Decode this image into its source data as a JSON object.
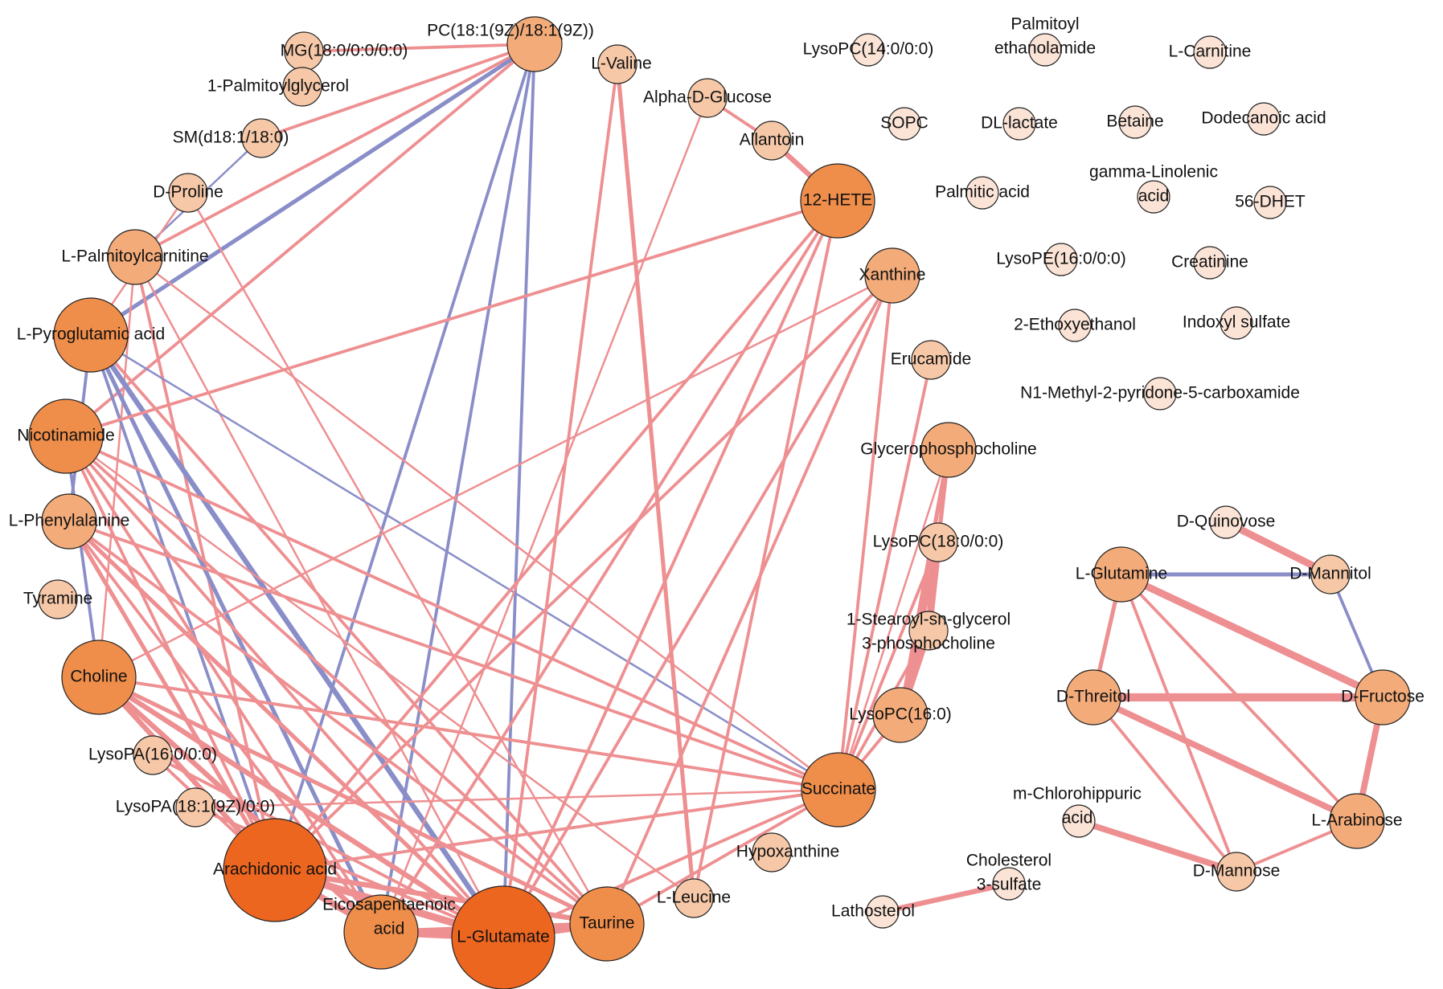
{
  "colors": {
    "positive_edge": "#ee8f91",
    "negative_edge": "#8a8ec8",
    "node_size_1": "#fbe3d6",
    "node_size_2": "#f6c8a8",
    "node_size_3": "#f3ab7a",
    "node_size_4": "#ef8d4a",
    "node_size_5": "#ec6620"
  },
  "nodes": [
    {
      "id": "pc_18_1",
      "label": [
        "PC(18:1(9Z)/18:1(9Z))"
      ],
      "size": 3
    },
    {
      "id": "mg_18_0",
      "label": [
        "MG(18:0/0:0/0:0)"
      ],
      "size": 2
    },
    {
      "id": "palmitoylglycerol",
      "label": [
        "1-Palmitoylglycerol"
      ],
      "size": 2
    },
    {
      "id": "sm_d18",
      "label": [
        "SM(d18:1/18:0)"
      ],
      "size": 2
    },
    {
      "id": "d_proline",
      "label": [
        "D-Proline"
      ],
      "size": 2
    },
    {
      "id": "l_palmitoylcarnitine",
      "label": [
        "L-Palmitoylcarnitine"
      ],
      "size": 3
    },
    {
      "id": "l_pyroglutamic",
      "label": [
        "L-Pyroglutamic acid"
      ],
      "size": 4
    },
    {
      "id": "nicotinamide",
      "label": [
        "Nicotinamide"
      ],
      "size": 4
    },
    {
      "id": "l_phenylalanine",
      "label": [
        "L-Phenylalanine"
      ],
      "size": 3
    },
    {
      "id": "tyramine",
      "label": [
        "Tyramine"
      ],
      "size": 2
    },
    {
      "id": "choline",
      "label": [
        "Choline"
      ],
      "size": 4
    },
    {
      "id": "lysopa_16",
      "label": [
        "LysoPA(16:0/0:0)"
      ],
      "size": 2
    },
    {
      "id": "lysopa_18",
      "label": [
        "LysoPA(18:1(9Z)/0:0)"
      ],
      "size": 2
    },
    {
      "id": "arachidonic",
      "label": [
        "Arachidonic acid"
      ],
      "size": 5
    },
    {
      "id": "epa",
      "label": [
        "Eicosapentaenoic",
        "acid"
      ],
      "size": 4
    },
    {
      "id": "l_glutamate",
      "label": [
        "L-Glutamate"
      ],
      "size": 5
    },
    {
      "id": "taurine",
      "label": [
        "Taurine"
      ],
      "size": 4
    },
    {
      "id": "l_leucine",
      "label": [
        "L-Leucine"
      ],
      "size": 2
    },
    {
      "id": "hypoxanthine",
      "label": [
        "Hypoxanthine"
      ],
      "size": 2
    },
    {
      "id": "succinate",
      "label": [
        "Succinate"
      ],
      "size": 4
    },
    {
      "id": "lysopc_16",
      "label": [
        "LysoPC(16:0)"
      ],
      "size": 3
    },
    {
      "id": "stearoyl_gpc",
      "label": [
        "1-Stearoyl-sn-glycerol",
        "3-phosphocholine"
      ],
      "size": 2
    },
    {
      "id": "lysopc_18",
      "label": [
        "LysoPC(18:0/0:0)"
      ],
      "size": 2
    },
    {
      "id": "gpc",
      "label": [
        "Glycerophosphocholine"
      ],
      "size": 3
    },
    {
      "id": "erucamide",
      "label": [
        "Erucamide"
      ],
      "size": 2
    },
    {
      "id": "xanthine",
      "label": [
        "Xanthine"
      ],
      "size": 3
    },
    {
      "id": "hete12",
      "label": [
        "12-HETE"
      ],
      "size": 4
    },
    {
      "id": "allantoin",
      "label": [
        "Allantoin"
      ],
      "size": 2
    },
    {
      "id": "alpha_glucose",
      "label": [
        "Alpha-D-Glucose"
      ],
      "size": 2
    },
    {
      "id": "l_valine",
      "label": [
        "L-Valine"
      ],
      "size": 2
    },
    {
      "id": "lysopc_14",
      "label": [
        "LysoPC(14:0/0:0)"
      ],
      "size": 1
    },
    {
      "id": "palmitoyl_ea",
      "label": [
        "Palmitoyl",
        "ethanolamide"
      ],
      "size": 1
    },
    {
      "id": "l_carnitine",
      "label": [
        "L-Carnitine"
      ],
      "size": 1
    },
    {
      "id": "sopc",
      "label": [
        "SOPC"
      ],
      "size": 1
    },
    {
      "id": "dl_lactate",
      "label": [
        "DL-lactate"
      ],
      "size": 1
    },
    {
      "id": "betaine",
      "label": [
        "Betaine"
      ],
      "size": 1
    },
    {
      "id": "dodecanoic",
      "label": [
        "Dodecanoic acid"
      ],
      "size": 1
    },
    {
      "id": "palmitic",
      "label": [
        "Palmitic acid"
      ],
      "size": 1
    },
    {
      "id": "gla",
      "label": [
        "gamma-Linolenic",
        "acid"
      ],
      "size": 1
    },
    {
      "id": "dhet56",
      "label": [
        "56-DHET"
      ],
      "size": 1
    },
    {
      "id": "lysope_16",
      "label": [
        "LysoPE(16:0/0:0)"
      ],
      "size": 1
    },
    {
      "id": "creatinine",
      "label": [
        "Creatinine"
      ],
      "size": 1
    },
    {
      "id": "ethoxyethanol",
      "label": [
        "2-Ethoxyethanol"
      ],
      "size": 1
    },
    {
      "id": "indoxyl",
      "label": [
        "Indoxyl sulfate"
      ],
      "size": 1
    },
    {
      "id": "n1_methyl",
      "label": [
        "N1-Methyl-2-pyridone-5-carboxamide"
      ],
      "size": 1
    },
    {
      "id": "d_quinovose",
      "label": [
        "D-Quinovose"
      ],
      "size": 1
    },
    {
      "id": "l_glutamine",
      "label": [
        "L-Glutamine"
      ],
      "size": 3
    },
    {
      "id": "d_mannitol",
      "label": [
        "D-Mannitol"
      ],
      "size": 2
    },
    {
      "id": "d_threitol",
      "label": [
        "D-Threitol"
      ],
      "size": 3
    },
    {
      "id": "d_fructose",
      "label": [
        "D-Fructose"
      ],
      "size": 3
    },
    {
      "id": "l_arabinose",
      "label": [
        "L-Arabinose"
      ],
      "size": 3
    },
    {
      "id": "d_mannose",
      "label": [
        "D-Mannose"
      ],
      "size": 2
    },
    {
      "id": "m_chlorohippuric",
      "label": [
        "m-Chlorohippuric",
        "acid"
      ],
      "size": 1
    },
    {
      "id": "cholesterol_sulfate",
      "label": [
        "Cholesterol",
        "3-sulfate"
      ],
      "size": 1
    },
    {
      "id": "lathosterol",
      "label": [
        "Lathosterol"
      ],
      "size": 1
    }
  ],
  "edges": [
    {
      "source": "pc_18_1",
      "target": "mg_18_0",
      "sign": "positive",
      "weight": 2
    },
    {
      "source": "pc_18_1",
      "target": "sm_d18",
      "sign": "positive",
      "weight": 2
    },
    {
      "source": "pc_18_1",
      "target": "l_palmitoylcarnitine",
      "sign": "positive",
      "weight": 2
    },
    {
      "source": "pc_18_1",
      "target": "nicotinamide",
      "sign": "positive",
      "weight": 2
    },
    {
      "source": "pc_18_1",
      "target": "l_pyroglutamic",
      "sign": "negative",
      "weight": 3
    },
    {
      "source": "pc_18_1",
      "target": "arachidonic",
      "sign": "negative",
      "weight": 2
    },
    {
      "source": "pc_18_1",
      "target": "l_glutamate",
      "sign": "negative",
      "weight": 2
    },
    {
      "source": "pc_18_1",
      "target": "epa",
      "sign": "negative",
      "weight": 2
    },
    {
      "source": "mg_18_0",
      "target": "palmitoylglycerol",
      "sign": "positive",
      "weight": 2
    },
    {
      "source": "sm_d18",
      "target": "l_palmitoylcarnitine",
      "sign": "negative",
      "weight": 1
    },
    {
      "source": "d_proline",
      "target": "l_pyroglutamic",
      "sign": "positive",
      "weight": 1
    },
    {
      "source": "d_proline",
      "target": "taurine",
      "sign": "positive",
      "weight": 1
    },
    {
      "source": "l_palmitoylcarnitine",
      "target": "choline",
      "sign": "positive",
      "weight": 1
    },
    {
      "source": "l_palmitoylcarnitine",
      "target": "arachidonic",
      "sign": "positive",
      "weight": 2
    },
    {
      "source": "l_palmitoylcarnitine",
      "target": "l_glutamate",
      "sign": "positive",
      "weight": 1
    },
    {
      "source": "l_palmitoylcarnitine",
      "target": "succinate",
      "sign": "positive",
      "weight": 1
    },
    {
      "source": "l_pyroglutamic",
      "target": "l_phenylalanine",
      "sign": "negative",
      "weight": 2
    },
    {
      "source": "l_pyroglutamic",
      "target": "arachidonic",
      "sign": "negative",
      "weight": 2
    },
    {
      "source": "l_pyroglutamic",
      "target": "epa",
      "sign": "negative",
      "weight": 3
    },
    {
      "source": "l_pyroglutamic",
      "target": "l_glutamate",
      "sign": "negative",
      "weight": 4
    },
    {
      "source": "l_pyroglutamic",
      "target": "succinate",
      "sign": "negative",
      "weight": 1
    },
    {
      "source": "l_pyroglutamic",
      "target": "taurine",
      "sign": "positive",
      "weight": 2
    },
    {
      "source": "nicotinamide",
      "target": "choline",
      "sign": "negative",
      "weight": 2
    },
    {
      "source": "nicotinamide",
      "target": "arachidonic",
      "sign": "positive",
      "weight": 2
    },
    {
      "source": "nicotinamide",
      "target": "epa",
      "sign": "positive",
      "weight": 2
    },
    {
      "source": "nicotinamide",
      "target": "l_glutamate",
      "sign": "positive",
      "weight": 2
    },
    {
      "source": "nicotinamide",
      "target": "taurine",
      "sign": "positive",
      "weight": 2
    },
    {
      "source": "nicotinamide",
      "target": "succinate",
      "sign": "positive",
      "weight": 2
    },
    {
      "source": "nicotinamide",
      "target": "hete12",
      "sign": "positive",
      "weight": 2
    },
    {
      "source": "nicotinamide",
      "target": "l_leucine",
      "sign": "positive",
      "weight": 1
    },
    {
      "source": "l_phenylalanine",
      "target": "arachidonic",
      "sign": "positive",
      "weight": 3
    },
    {
      "source": "l_phenylalanine",
      "target": "l_glutamate",
      "sign": "positive",
      "weight": 3
    },
    {
      "source": "l_phenylalanine",
      "target": "taurine",
      "sign": "positive",
      "weight": 2
    },
    {
      "source": "l_phenylalanine",
      "target": "epa",
      "sign": "positive",
      "weight": 2
    },
    {
      "source": "l_phenylalanine",
      "target": "succinate",
      "sign": "positive",
      "weight": 2
    },
    {
      "source": "choline",
      "target": "arachidonic",
      "sign": "positive",
      "weight": 4
    },
    {
      "source": "choline",
      "target": "epa",
      "sign": "positive",
      "weight": 4
    },
    {
      "source": "choline",
      "target": "l_glutamate",
      "sign": "positive",
      "weight": 4
    },
    {
      "source": "choline",
      "target": "taurine",
      "sign": "positive",
      "weight": 3
    },
    {
      "source": "choline",
      "target": "succinate",
      "sign": "positive",
      "weight": 2
    },
    {
      "source": "choline",
      "target": "xanthine",
      "sign": "positive",
      "weight": 1
    },
    {
      "source": "lysopa_16",
      "target": "l_glutamate",
      "sign": "positive",
      "weight": 2
    },
    {
      "source": "lysopa_16",
      "target": "arachidonic",
      "sign": "positive",
      "weight": 2
    },
    {
      "source": "lysopa_18",
      "target": "succinate",
      "sign": "positive",
      "weight": 1
    },
    {
      "source": "lysopa_18",
      "target": "l_glutamate",
      "sign": "positive",
      "weight": 2
    },
    {
      "source": "arachidonic",
      "target": "epa",
      "sign": "positive",
      "weight": 5
    },
    {
      "source": "arachidonic",
      "target": "l_glutamate",
      "sign": "positive",
      "weight": 6
    },
    {
      "source": "arachidonic",
      "target": "taurine",
      "sign": "positive",
      "weight": 4
    },
    {
      "source": "arachidonic",
      "target": "xanthine",
      "sign": "positive",
      "weight": 2
    },
    {
      "source": "arachidonic",
      "target": "hete12",
      "sign": "positive",
      "weight": 2
    },
    {
      "source": "arachidonic",
      "target": "succinate",
      "sign": "positive",
      "weight": 2
    },
    {
      "source": "epa",
      "target": "l_glutamate",
      "sign": "positive",
      "weight": 6
    },
    {
      "source": "epa",
      "target": "taurine",
      "sign": "positive",
      "weight": 4
    },
    {
      "source": "epa",
      "target": "alpha_glucose",
      "sign": "positive",
      "weight": 1
    },
    {
      "source": "epa",
      "target": "hete12",
      "sign": "positive",
      "weight": 2
    },
    {
      "source": "l_glutamate",
      "target": "taurine",
      "sign": "positive",
      "weight": 5
    },
    {
      "source": "l_glutamate",
      "target": "xanthine",
      "sign": "positive",
      "weight": 2
    },
    {
      "source": "l_glutamate",
      "target": "hete12",
      "sign": "positive",
      "weight": 2
    },
    {
      "source": "l_glutamate",
      "target": "succinate",
      "sign": "positive",
      "weight": 2
    },
    {
      "source": "l_glutamate",
      "target": "l_valine",
      "sign": "positive",
      "weight": 2
    },
    {
      "source": "taurine",
      "target": "succinate",
      "sign": "positive",
      "weight": 2
    },
    {
      "source": "taurine",
      "target": "xanthine",
      "sign": "positive",
      "weight": 2
    },
    {
      "source": "l_leucine",
      "target": "l_valine",
      "sign": "positive",
      "weight": 3
    },
    {
      "source": "l_leucine",
      "target": "hete12",
      "sign": "positive",
      "weight": 2
    },
    {
      "source": "allantoin",
      "target": "hete12",
      "sign": "positive",
      "weight": 4
    },
    {
      "source": "alpha_glucose",
      "target": "allantoin",
      "sign": "positive",
      "weight": 2
    },
    {
      "source": "succinate",
      "target": "gpc",
      "sign": "positive",
      "weight": 1
    },
    {
      "source": "succinate",
      "target": "lysopc_18",
      "sign": "positive",
      "weight": 2
    },
    {
      "source": "succinate",
      "target": "stearoyl_gpc",
      "sign": "positive",
      "weight": 2
    },
    {
      "source": "succinate",
      "target": "lysopc_16",
      "sign": "positive",
      "weight": 2
    },
    {
      "source": "succinate",
      "target": "erucamide",
      "sign": "positive",
      "weight": 2
    },
    {
      "source": "succinate",
      "target": "xanthine",
      "sign": "positive",
      "weight": 2
    },
    {
      "source": "gpc",
      "target": "lysopc_18",
      "sign": "positive",
      "weight": 3
    },
    {
      "source": "gpc",
      "target": "stearoyl_gpc",
      "sign": "positive",
      "weight": 3
    },
    {
      "source": "gpc",
      "target": "lysopc_16",
      "sign": "positive",
      "weight": 3
    },
    {
      "source": "lysopc_18",
      "target": "stearoyl_gpc",
      "sign": "positive",
      "weight": 6
    },
    {
      "source": "lysopc_18",
      "target": "lysopc_16",
      "sign": "positive",
      "weight": 5
    },
    {
      "source": "stearoyl_gpc",
      "target": "lysopc_16",
      "sign": "positive",
      "weight": 6
    },
    {
      "source": "d_quinovose",
      "target": "d_mannitol",
      "sign": "positive",
      "weight": 6
    },
    {
      "source": "l_glutamine",
      "target": "d_mannitol",
      "sign": "negative",
      "weight": 3
    },
    {
      "source": "l_glutamine",
      "target": "d_fructose",
      "sign": "positive",
      "weight": 6
    },
    {
      "source": "l_glutamine",
      "target": "d_threitol",
      "sign": "positive",
      "weight": 3
    },
    {
      "source": "l_glutamine",
      "target": "l_arabinose",
      "sign": "positive",
      "weight": 2
    },
    {
      "source": "l_glutamine",
      "target": "d_mannose",
      "sign": "positive",
      "weight": 2
    },
    {
      "source": "d_mannitol",
      "target": "d_fructose",
      "sign": "negative",
      "weight": 2
    },
    {
      "source": "d_threitol",
      "target": "d_fructose",
      "sign": "positive",
      "weight": 7
    },
    {
      "source": "d_threitol",
      "target": "l_arabinose",
      "sign": "positive",
      "weight": 5
    },
    {
      "source": "d_threitol",
      "target": "d_mannose",
      "sign": "positive",
      "weight": 2
    },
    {
      "source": "d_fructose",
      "target": "l_arabinose",
      "sign": "positive",
      "weight": 5
    },
    {
      "source": "l_arabinose",
      "target": "d_mannose",
      "sign": "positive",
      "weight": 2
    },
    {
      "source": "m_chlorohippuric",
      "target": "d_mannose",
      "sign": "positive",
      "weight": 5
    },
    {
      "source": "lathosterol",
      "target": "cholesterol_sulfate",
      "sign": "positive",
      "weight": 4
    }
  ]
}
